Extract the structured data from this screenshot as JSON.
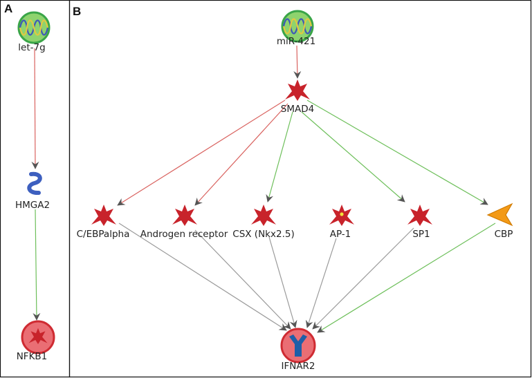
{
  "panels": {
    "a": {
      "label": "A"
    },
    "b": {
      "label": "B"
    }
  },
  "colors": {
    "inhibit": "#d9625f",
    "activate": "#6dbf5a",
    "neutral": "#9a9a9a",
    "protein": "#c8232b",
    "mirna_fill": "#8ed36e",
    "mirna_ring": "#3aa548",
    "target_fill": "#ea6e74",
    "target_ring": "#cf2b32",
    "dna": "#3d5fbf",
    "receptor": "#1e5fa8",
    "coactivator": "#f39a17"
  },
  "nodes": {
    "let7g": {
      "label": "let-7g",
      "icon": "mirna-icon"
    },
    "hmga2": {
      "label": "HMGA2",
      "icon": "dna-binding-icon"
    },
    "nfkb1": {
      "label": "NFKB1",
      "icon": "transcription-factor-target-icon"
    },
    "mir421": {
      "label": "miR-421",
      "icon": "mirna-icon"
    },
    "smad4": {
      "label": "SMAD4",
      "icon": "transcription-factor-icon"
    },
    "cebp": {
      "label": "C/EBPalpha",
      "icon": "transcription-factor-icon"
    },
    "ar": {
      "label": "Androgen receptor",
      "icon": "transcription-factor-icon"
    },
    "csx": {
      "label": "CSX (Nkx2.5)",
      "icon": "transcription-factor-icon"
    },
    "ap1": {
      "label": "AP-1",
      "icon": "transcription-factor-icon"
    },
    "sp1": {
      "label": "SP1",
      "icon": "transcription-factor-icon"
    },
    "cbp": {
      "label": "CBP",
      "icon": "coactivator-icon"
    },
    "ifnar2": {
      "label": "IFNAR2",
      "icon": "receptor-target-icon"
    }
  },
  "edges": [
    {
      "from": "let-7g",
      "to": "HMGA2",
      "effect": "inhibition"
    },
    {
      "from": "HMGA2",
      "to": "NFKB1",
      "effect": "activation"
    },
    {
      "from": "miR-421",
      "to": "SMAD4",
      "effect": "inhibition"
    },
    {
      "from": "SMAD4",
      "to": "C/EBPalpha",
      "effect": "inhibition"
    },
    {
      "from": "SMAD4",
      "to": "Androgen receptor",
      "effect": "inhibition"
    },
    {
      "from": "SMAD4",
      "to": "CSX (Nkx2.5)",
      "effect": "activation"
    },
    {
      "from": "SMAD4",
      "to": "SP1",
      "effect": "activation"
    },
    {
      "from": "SMAD4",
      "to": "CBP",
      "effect": "activation"
    },
    {
      "from": "C/EBPalpha",
      "to": "IFNAR2",
      "effect": "unspecified"
    },
    {
      "from": "Androgen receptor",
      "to": "IFNAR2",
      "effect": "unspecified"
    },
    {
      "from": "CSX (Nkx2.5)",
      "to": "IFNAR2",
      "effect": "unspecified"
    },
    {
      "from": "AP-1",
      "to": "IFNAR2",
      "effect": "unspecified"
    },
    {
      "from": "SP1",
      "to": "IFNAR2",
      "effect": "unspecified"
    },
    {
      "from": "CBP",
      "to": "IFNAR2",
      "effect": "activation"
    }
  ]
}
